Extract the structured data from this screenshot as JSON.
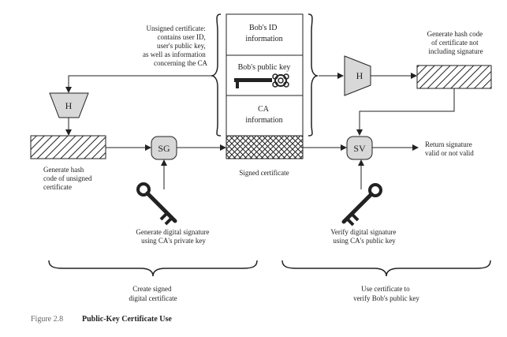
{
  "certificate_fields": {
    "bobs_id": [
      "Bob's ID",
      "information"
    ],
    "bobs_public_key": "Bob's public key",
    "ca_info": [
      "CA",
      "information"
    ]
  },
  "nodes": {
    "hash_left": "H",
    "hash_right": "H",
    "sign_generation": "SG",
    "sign_verification": "SV"
  },
  "annotations": {
    "unsigned_certificate": [
      "Unsigned certificate:",
      "contains user ID,",
      "user's public key,",
      "as well as information",
      "concerning the CA"
    ],
    "generate_hash_right": [
      "Generate hash code",
      "of certificate not",
      "including signature"
    ],
    "generate_hash_left": [
      "Generate hash",
      "code of unsigned",
      "certificate"
    ],
    "signed_certificate": "Signed certificate",
    "return_signature": [
      "Return signature",
      "valid or not valid"
    ],
    "generate_signature": [
      "Generate digital signature",
      "using CA's private key"
    ],
    "verify_signature": [
      "Verify digital signature",
      "using CA's public key"
    ],
    "create_signed": [
      "Create signed",
      "digital certificate"
    ],
    "use_certificate": [
      "Use certificate to",
      "verify Bob's public key"
    ]
  },
  "caption": {
    "number": "Figure 2.8",
    "title": "Public-Key Certificate Use"
  }
}
